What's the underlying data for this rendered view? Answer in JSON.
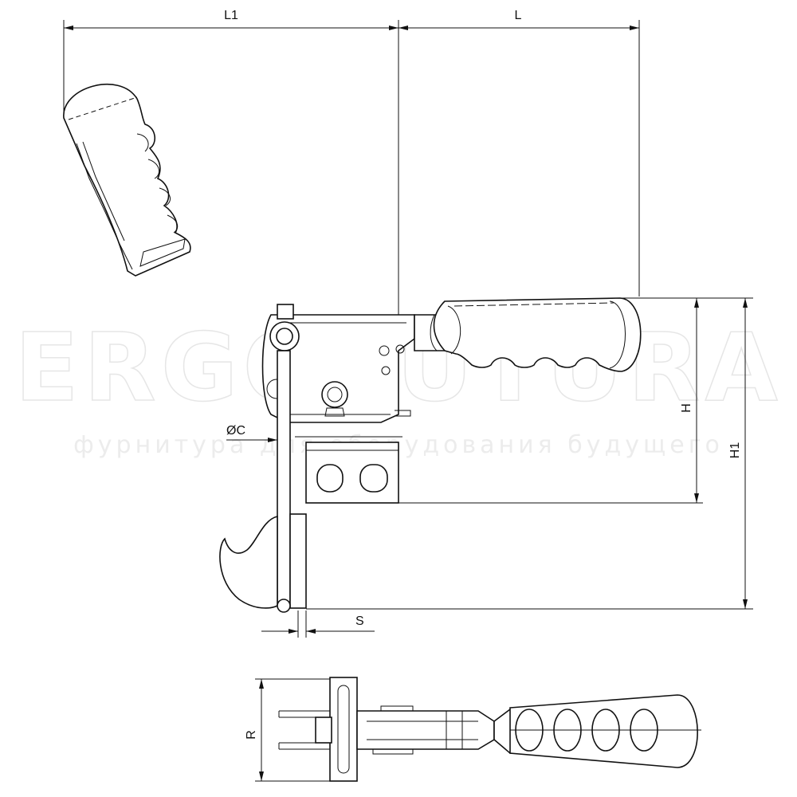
{
  "dimensions": {
    "l1": "L1",
    "l": "L",
    "h": "H",
    "h1": "H1",
    "diameter_c": "ØC",
    "s": "S",
    "r": "R"
  },
  "watermark": {
    "brand": "ERGOFUTURA",
    "tagline": "фурнитура для оборудования будущего"
  }
}
